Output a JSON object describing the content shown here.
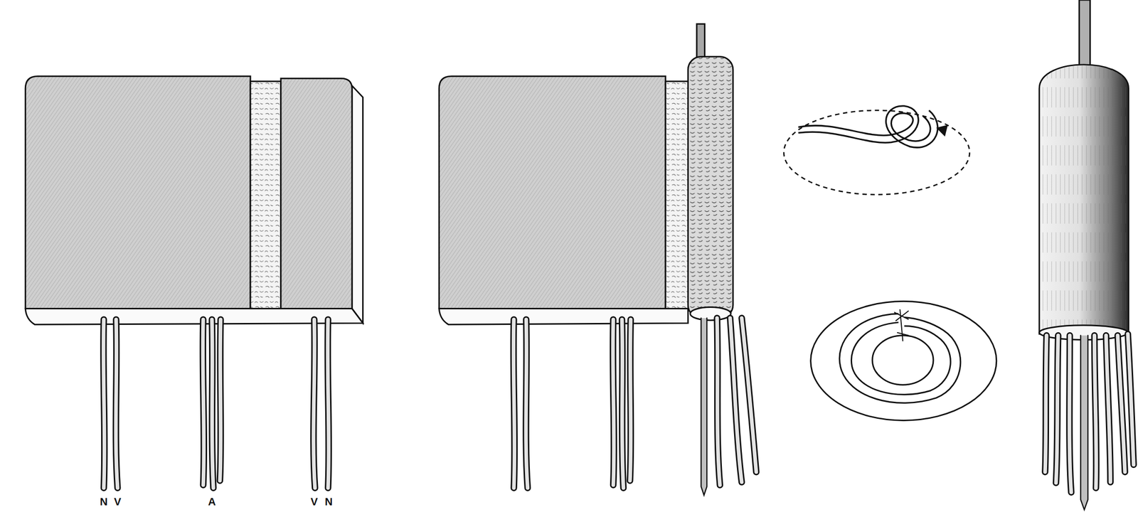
{
  "diagram": {
    "labels": [
      "N",
      "V",
      "A",
      "V",
      "N"
    ]
  }
}
